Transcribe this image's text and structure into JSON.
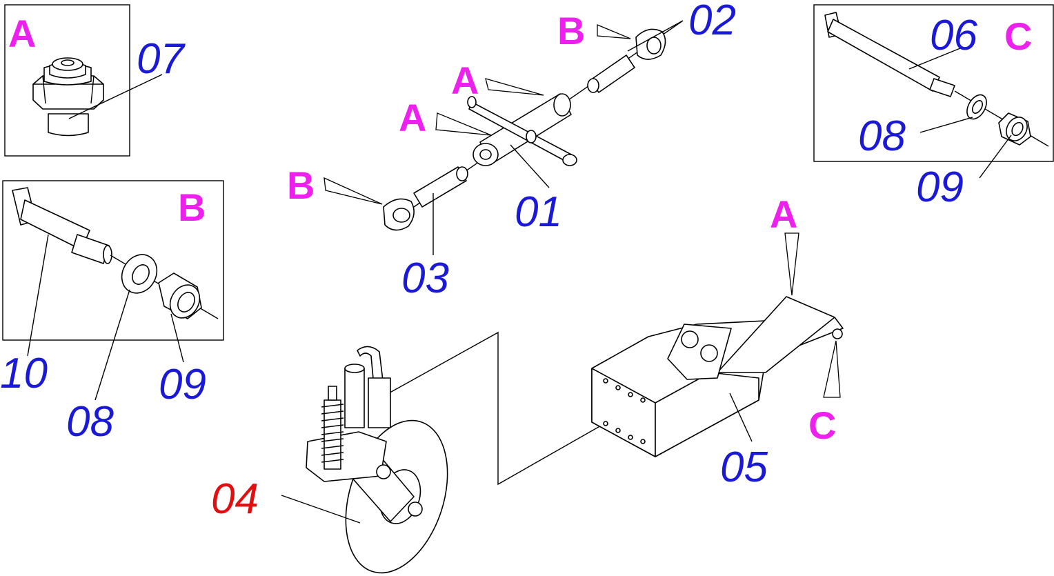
{
  "colors": {
    "part_number": "#1a1ad6",
    "reference_letter": "#ee20ee",
    "highlight_part": "#e01010",
    "linework": "#000000",
    "background": "#ffffff"
  },
  "inset_a": {
    "ref": "A",
    "parts": [
      {
        "number": "07"
      }
    ]
  },
  "inset_b": {
    "ref": "B",
    "parts": [
      {
        "number": "10"
      },
      {
        "number": "08"
      },
      {
        "number": "09"
      }
    ]
  },
  "inset_c": {
    "ref": "C",
    "parts": [
      {
        "number": "06"
      },
      {
        "number": "08"
      },
      {
        "number": "09"
      }
    ]
  },
  "main_parts": [
    {
      "number": "01"
    },
    {
      "number": "02"
    },
    {
      "number": "03"
    },
    {
      "number": "04",
      "highlighted": true
    },
    {
      "number": "05"
    }
  ],
  "reference_markers": [
    {
      "letter": "A"
    },
    {
      "letter": "A"
    },
    {
      "letter": "B"
    },
    {
      "letter": "B"
    },
    {
      "letter": "A"
    },
    {
      "letter": "C"
    }
  ]
}
